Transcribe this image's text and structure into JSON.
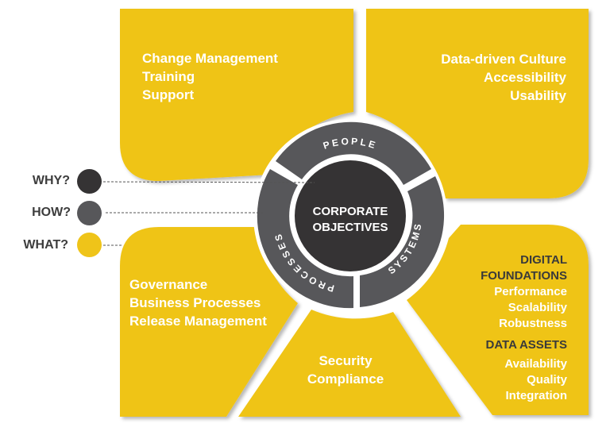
{
  "colors": {
    "panel_yellow": "#efc419",
    "ring_gray": "#57575a",
    "core_dark": "#353334",
    "why_dot": "#353334",
    "how_dot": "#57575a",
    "what_dot": "#efc419",
    "label_text": "#3d3d3d"
  },
  "legend": [
    {
      "label": "WHY?",
      "color": "#353334"
    },
    {
      "label": "HOW?",
      "color": "#57575a"
    },
    {
      "label": "WHAT?",
      "color": "#efc419"
    }
  ],
  "core": {
    "line1": "CORPORATE",
    "line2": "OBJECTIVES"
  },
  "ring": {
    "people": "PEOPLE",
    "processes": "PROCESSES",
    "systems": "SYSTEMS"
  },
  "panels": {
    "people_left": {
      "items": [
        "Change Management",
        "Training",
        "Support"
      ]
    },
    "people_right": {
      "items": [
        "Data-driven Culture",
        "Accessibility",
        "Usability"
      ]
    },
    "processes": {
      "items": [
        "Governance",
        "Business Processes",
        "Release Management"
      ]
    },
    "security": {
      "items": [
        "Security",
        "Compliance"
      ]
    },
    "systems": {
      "heading1": "DIGITAL",
      "heading2": "FOUNDATIONS",
      "group1": [
        "Performance",
        "Scalability",
        "Robustness"
      ],
      "heading3": "DATA ASSETS",
      "group2": [
        "Availability",
        "Quality",
        "Integration"
      ]
    }
  }
}
